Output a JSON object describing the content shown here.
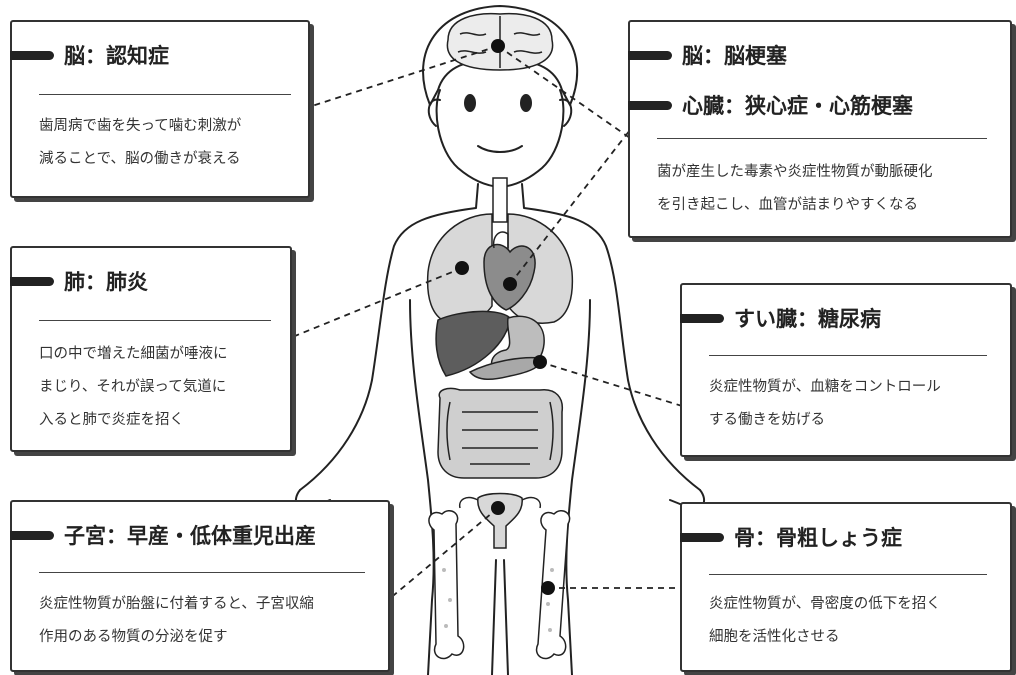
{
  "cards": [
    {
      "id": "brain",
      "titles": [
        "脳：認知症"
      ],
      "body": "歯周病で歯を失って噛む刺激が\n減ることで、脳の働きが衰える"
    },
    {
      "id": "brain-heart",
      "titles": [
        "脳：脳梗塞",
        "心臓：狭心症・心筋梗塞"
      ],
      "body": "菌が産生した毒素や炎症性物質が動脈硬化\nを引き起こし、血管が詰まりやすくなる"
    },
    {
      "id": "lung",
      "titles": [
        "肺：肺炎"
      ],
      "body": "口の中で増えた細菌が唾液に\nまじり、それが誤って気道に\n入ると肺で炎症を招く"
    },
    {
      "id": "pancreas",
      "titles": [
        "すい臓：糖尿病"
      ],
      "body": "炎症性物質が、血糖をコントロール\nする働きを妨げる"
    },
    {
      "id": "uterus",
      "titles": [
        "子宮：早産・低体重児出産"
      ],
      "body": "炎症性物質が胎盤に付着すると、子宮収縮\n作用のある物質の分泌を促す"
    },
    {
      "id": "bone",
      "titles": [
        "骨：骨粗しょう症"
      ],
      "body": "炎症性物質が、骨密度の低下を招く\n細胞を活性化させる"
    }
  ]
}
